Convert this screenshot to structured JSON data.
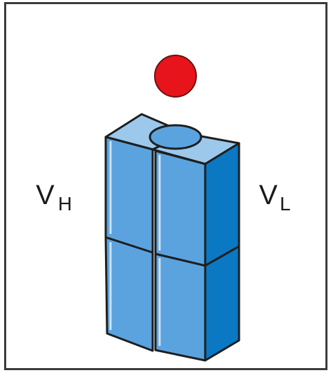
{
  "colors": {
    "ball": "#e8141b",
    "block_front": "#5aa3df",
    "block_top": "#9cc8ec",
    "block_side": "#0a78c2",
    "outline": "#1e1e1e",
    "frame": "#3a3a3a"
  },
  "labels": {
    "left_main": "V",
    "left_sub": "H",
    "right_main": "V",
    "right_sub": "L"
  }
}
